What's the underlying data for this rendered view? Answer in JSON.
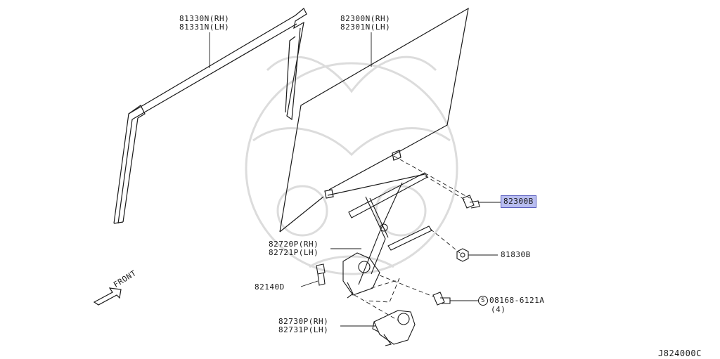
{
  "colors": {
    "line": "#1a1a1a",
    "highlight_fill": "#b8bdf0",
    "highlight_border": "#5a5fc0",
    "watermark": "#d8d8d8"
  },
  "parts": {
    "sash": {
      "rh": "81330N(RH)",
      "lh": "81331N(LH)"
    },
    "glass": {
      "rh": "82300N(RH)",
      "lh": "82301N(LH)"
    },
    "bolt_glass": {
      "code": "82300B"
    },
    "nut": {
      "code": "81830B"
    },
    "regulator": {
      "rh": "82720P(RH)",
      "lh": "82721P(LH)"
    },
    "bolt": {
      "code": "82140D"
    },
    "screw": {
      "symbol": "S",
      "code": "08168-6121A",
      "qty": "(4)"
    },
    "motor": {
      "rh": "82730P(RH)",
      "lh": "82731P(LH)"
    }
  },
  "front_label": "FRONT",
  "diagram_id": "J824000C"
}
